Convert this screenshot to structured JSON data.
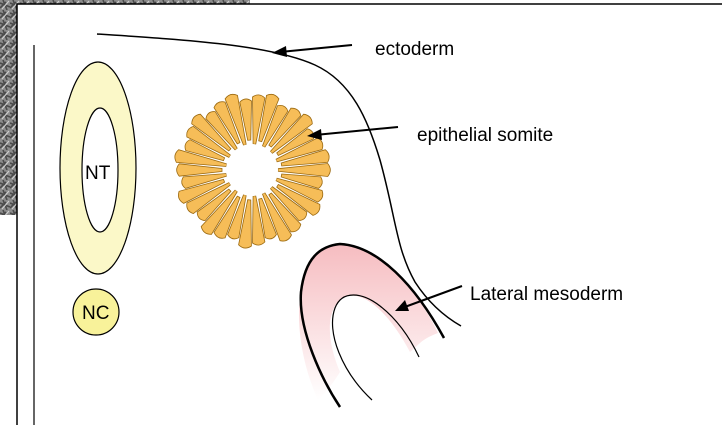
{
  "labels": {
    "ectoderm": "ectoderm",
    "epithelial_somite": "epithelial somite",
    "lateral_mesoderm": "Lateral mesoderm",
    "neural_tube": "NT",
    "notochord": "NC"
  },
  "colors": {
    "neural_tube_fill": "#fbf8c8",
    "notochord_fill": "#f8f29a",
    "somite_fill": "#f6bd58",
    "somite_stroke": "#9c6a10",
    "lateral_mesoderm_fill": "#f6bcc0",
    "frame_stroke": "#000000"
  }
}
